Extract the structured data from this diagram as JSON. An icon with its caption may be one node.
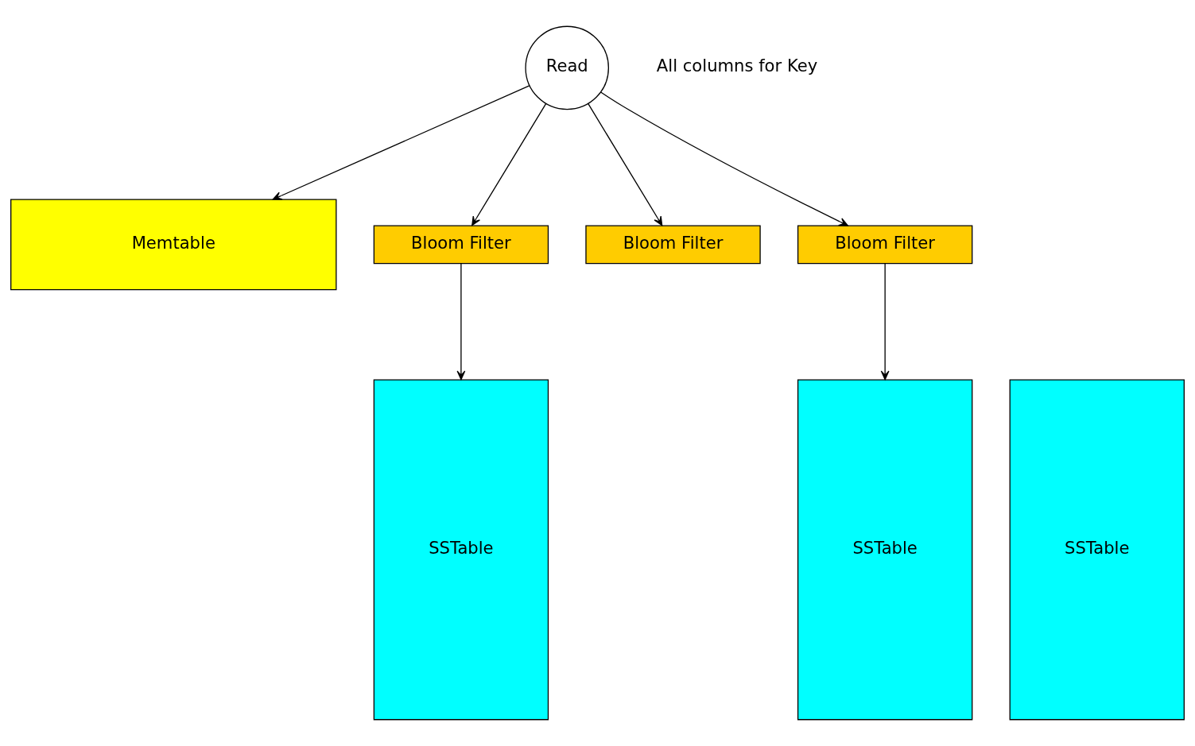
{
  "diagram": {
    "nodes": [
      {
        "text": [
          "Read"
        ],
        "beside": [
          "All columns for Key"
        ]
      },
      {
        "text": [
          "Memtable"
        ]
      },
      {
        "text": [
          "Bloom Filter"
        ]
      },
      {
        "text": [
          "Bloom Filter"
        ]
      },
      {
        "text": [
          "Bloom Filter"
        ]
      },
      {
        "text": [
          "SSTable"
        ]
      },
      {
        "text": [
          "SSTable"
        ]
      },
      {
        "text": [
          "SSTable"
        ]
      }
    ],
    "edges": [
      {
        "from": 0,
        "to": 1,
        "arrow": "to"
      },
      {
        "from": 0,
        "to": 2,
        "arrow": "to"
      },
      {
        "from": 0,
        "to": 3,
        "arrow": "to"
      },
      {
        "from": 0,
        "to": 4,
        "arrow": "to"
      },
      {
        "from": 2,
        "to": 5,
        "arrow": "to"
      },
      {
        "from": 4,
        "to": 7,
        "arrow": "to"
      }
    ]
  }
}
